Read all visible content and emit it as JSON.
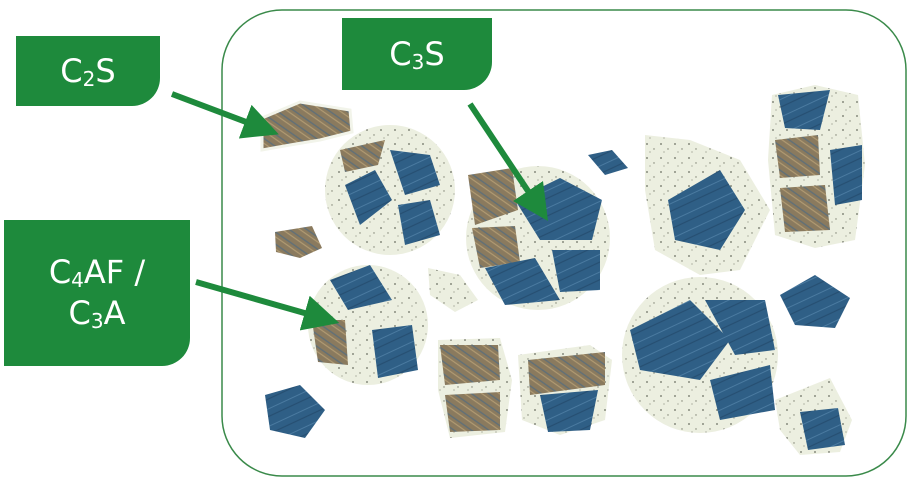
{
  "labels": {
    "c2s": {
      "base1": "C",
      "sub1": "2",
      "base2": "S"
    },
    "c3s": {
      "base1": "C",
      "sub1": "3",
      "base2": "S"
    },
    "c4af": {
      "line1": {
        "base1": "C",
        "sub1": "4",
        "base2": "AF /"
      },
      "line2": {
        "base1": "C",
        "sub1": "3",
        "base2": "A"
      }
    }
  },
  "colors": {
    "label_bg": "#1e8a3c",
    "arrow": "#1e8a3c",
    "frame": "#3a8a4a",
    "matrix_bg": "#eef0e2",
    "alite_blue": "#2f5f86",
    "belite_brown": "#8a7a5e"
  }
}
